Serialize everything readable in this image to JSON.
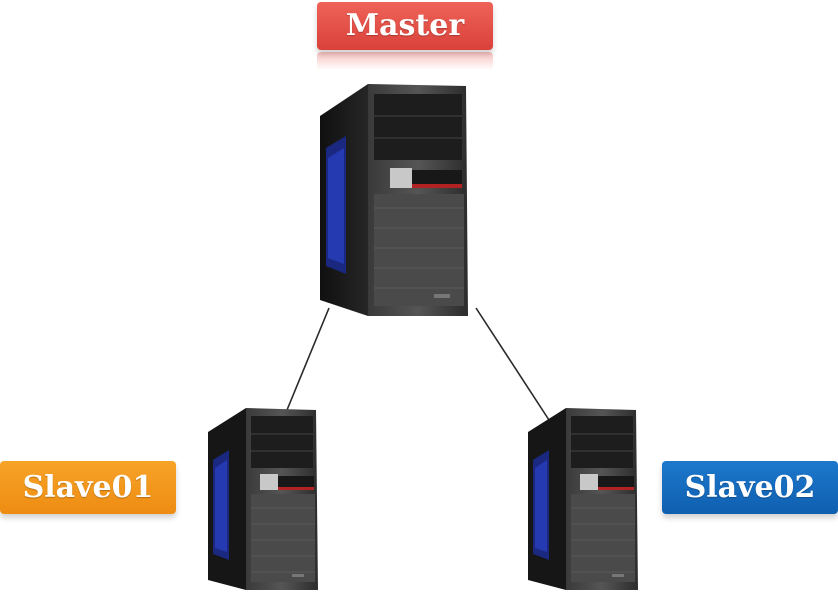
{
  "nodes": {
    "master": {
      "label": "Master",
      "color": "#e9504a"
    },
    "slave01": {
      "label": "Slave01",
      "color": "#f39a1f"
    },
    "slave02": {
      "label": "Slave02",
      "color": "#1668c0"
    }
  },
  "edges": [
    {
      "from": "master",
      "to": "slave01"
    },
    {
      "from": "master",
      "to": "slave02"
    }
  ],
  "icons": {
    "computer": "desktop-tower-icon"
  }
}
